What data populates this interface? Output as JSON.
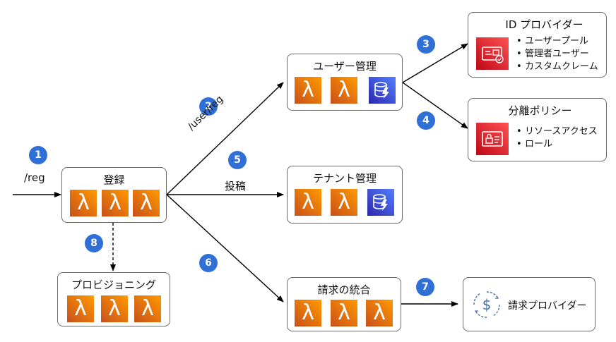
{
  "inbound": {
    "path_label": "/reg",
    "step": "1"
  },
  "register": {
    "title": "登録",
    "icons": [
      "lambda-icon",
      "lambda-icon",
      "lambda-icon"
    ]
  },
  "user_mgmt": {
    "title": "ユーザー管理",
    "icons": [
      "lambda-icon",
      "lambda-icon",
      "dynamodb-icon"
    ]
  },
  "tenant_mgmt": {
    "title": "テナント管理",
    "icons": [
      "lambda-icon",
      "lambda-icon",
      "dynamodb-icon"
    ]
  },
  "billing_integration": {
    "title": "請求の統合",
    "icons": [
      "lambda-icon",
      "lambda-icon",
      "lambda-icon"
    ]
  },
  "provisioning": {
    "title": "プロビジョニング",
    "icons": [
      "lambda-icon",
      "lambda-icon",
      "lambda-icon"
    ]
  },
  "id_provider": {
    "title": "ID プロバイダー",
    "icon": "identity-card-icon",
    "items": [
      "ユーザープール",
      "管理者ユーザー",
      "カスタムクレーム"
    ]
  },
  "isolation_policy": {
    "title": "分離ポリシー",
    "icon": "security-policy-icon",
    "items": [
      "リソースアクセス",
      "ロール"
    ]
  },
  "billing_provider": {
    "label": "請求プロバイダー",
    "icon": "billing-dollar-icon"
  },
  "connectors": {
    "user_path_label": "/user/reg",
    "tenant_label": "投稿"
  },
  "steps": {
    "s1": "1",
    "s2": "2",
    "s3": "3",
    "s4": "4",
    "s5": "5",
    "s6": "6",
    "s7": "7",
    "s8": "8"
  },
  "colors": {
    "lambda_orange": "#ff9900",
    "dynamodb_blue": "#527fff",
    "security_red": "#dd344c",
    "step_badge_blue": "#2f6fd6",
    "box_border": "#6b6b6b"
  }
}
